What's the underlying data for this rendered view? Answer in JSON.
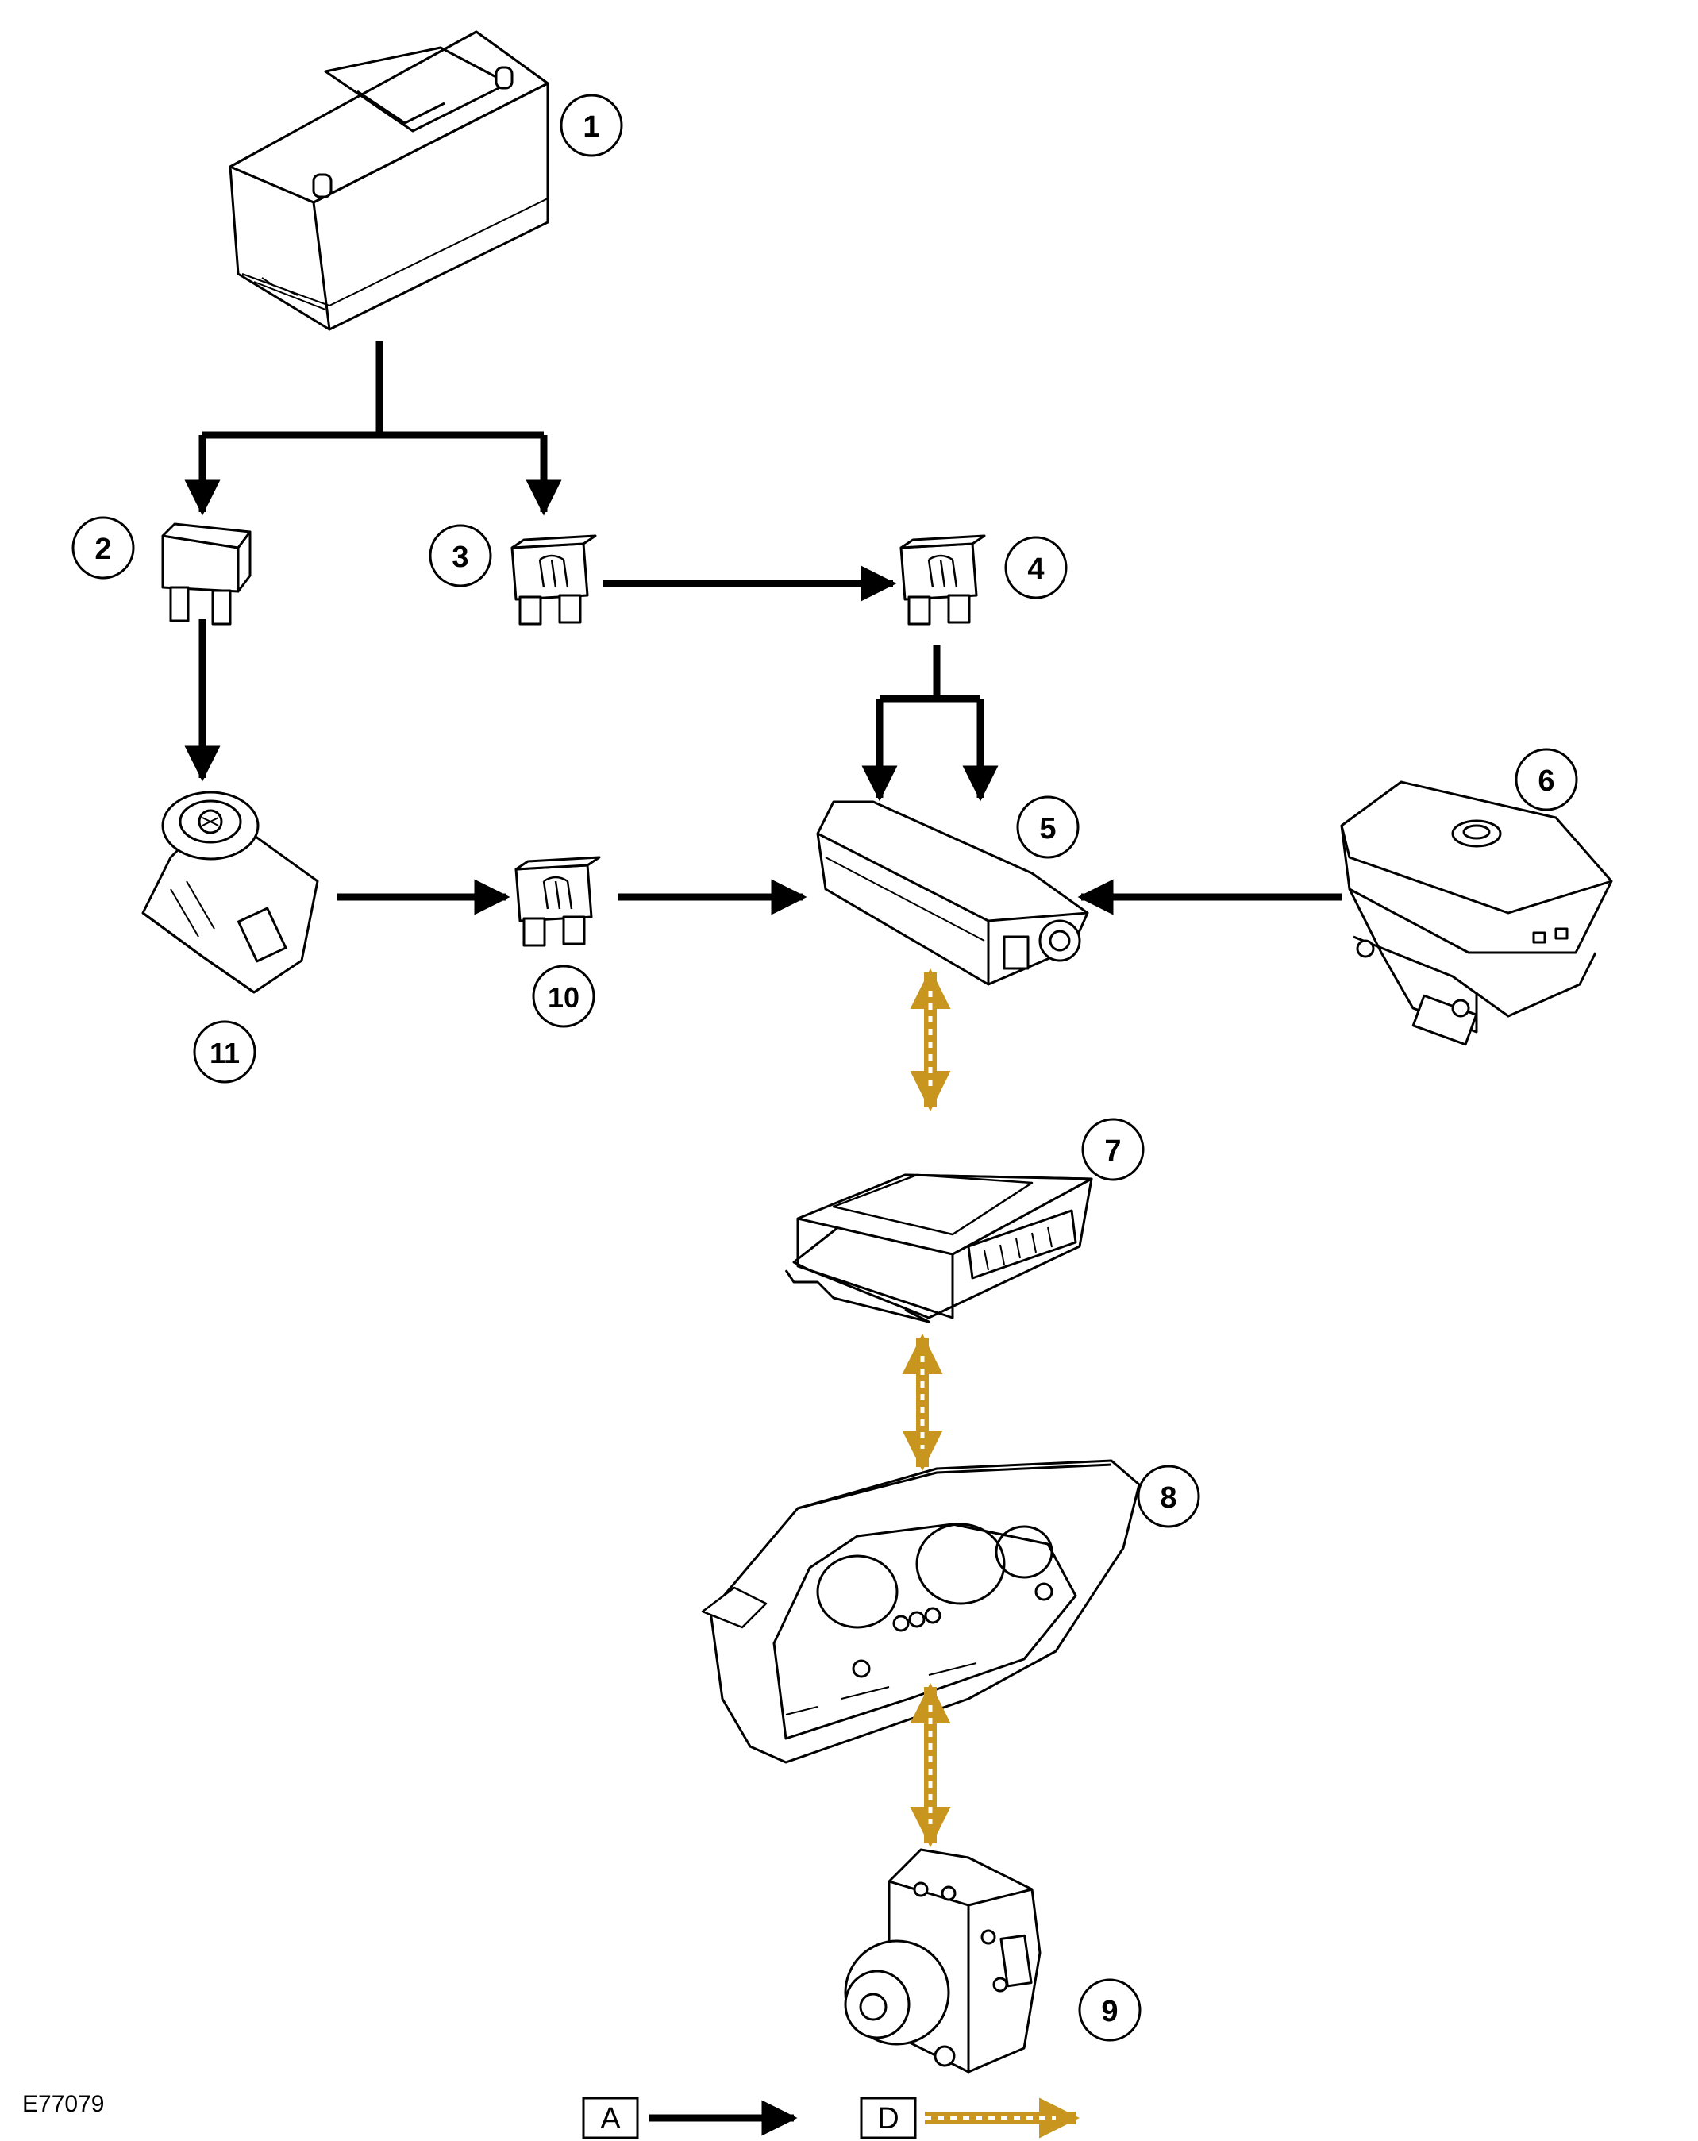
{
  "figure_id": "E77079",
  "callouts": [
    "1",
    "2",
    "3",
    "4",
    "5",
    "6",
    "7",
    "8",
    "9",
    "10",
    "11"
  ],
  "legend_keys": [
    "A",
    "D"
  ],
  "colors": {
    "line": "#000000",
    "hardwired": "#000000",
    "network": "#c8961e",
    "network_dash": "#ffffff"
  },
  "components": {
    "c1": "battery-icon",
    "c2": "maxi-fuse-icon",
    "c3": "fuse-icon",
    "c4": "fuse-icon",
    "c5": "control-module-icon",
    "c6": "switch-icon",
    "c7": "control-module-icon",
    "c8": "instrument-cluster-icon",
    "c9": "abs-modulator-icon",
    "c10": "fuse-icon",
    "c11": "ignition-switch-icon"
  }
}
